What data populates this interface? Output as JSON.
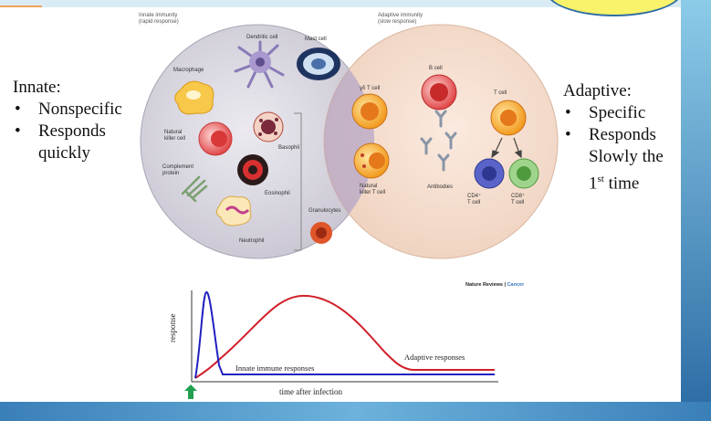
{
  "innate_panel": {
    "heading": "Innate:",
    "points": [
      "Nonspecific",
      "Responds\nquickly"
    ]
  },
  "adaptive_panel": {
    "heading": "Adaptive:",
    "points": [
      "Specific",
      "Responds\nSlowly the\n1st time"
    ]
  },
  "figure": {
    "innate_header": [
      "Innate immunity",
      "(rapid response)"
    ],
    "adaptive_header": [
      "Adaptive immunity",
      "(slow response)"
    ],
    "cells": {
      "dendritic": "Dendritic cell",
      "mast": "Mast cell",
      "macrophage": "Macrophage",
      "nk": [
        "Natural",
        "killer cell"
      ],
      "basophil": "Basophil",
      "complement": [
        "Complement",
        "protein"
      ],
      "eosinophil": "Eosinophil",
      "neutrophil": "Neutrophil",
      "granulocytes": "Granulocytes",
      "gd_t": "γδ T cell",
      "nkt": [
        "Natural",
        "killer T cell"
      ],
      "b_cell": "B cell",
      "t_cell": "T cell",
      "antibodies": "Antibodies",
      "cd4": [
        "CD4⁺",
        "T cell"
      ],
      "cd8": [
        "CD8⁺",
        "T cell"
      ]
    },
    "credit_prefix": "Nature Reviews | ",
    "credit_journal": "Cancer"
  },
  "response_plot": {
    "ylabel": "response",
    "xlabel": "time after infection",
    "innate_label": "Innate immune responses",
    "adaptive_label": "Adaptive responses",
    "innate_color": "#2020c0",
    "adaptive_color": "#d0202a",
    "marker_color": "#22a050"
  }
}
